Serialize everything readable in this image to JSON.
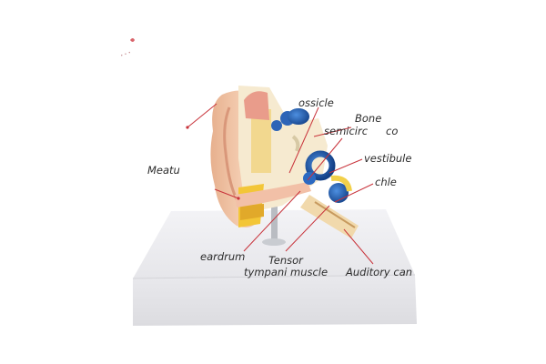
{
  "labels": {
    "ossicle": "ossicle",
    "bone": "Bone",
    "bone_suffix": "co",
    "semicircular": "semicirc",
    "vestibule": "vestibule",
    "meatus": "Meatu",
    "cochlea": "chle",
    "eardrum": "eardrum",
    "tensor_line1": "Tensor",
    "tensor_line2": "tympani muscle",
    "auditory": "Auditory can"
  },
  "colors": {
    "leader": "#c8323a",
    "text": "#2b2b2b",
    "base": "#ececf0",
    "skin": "#f0c3a4",
    "bone": "#f4e6b8",
    "cochlea": "#1f5fae"
  }
}
